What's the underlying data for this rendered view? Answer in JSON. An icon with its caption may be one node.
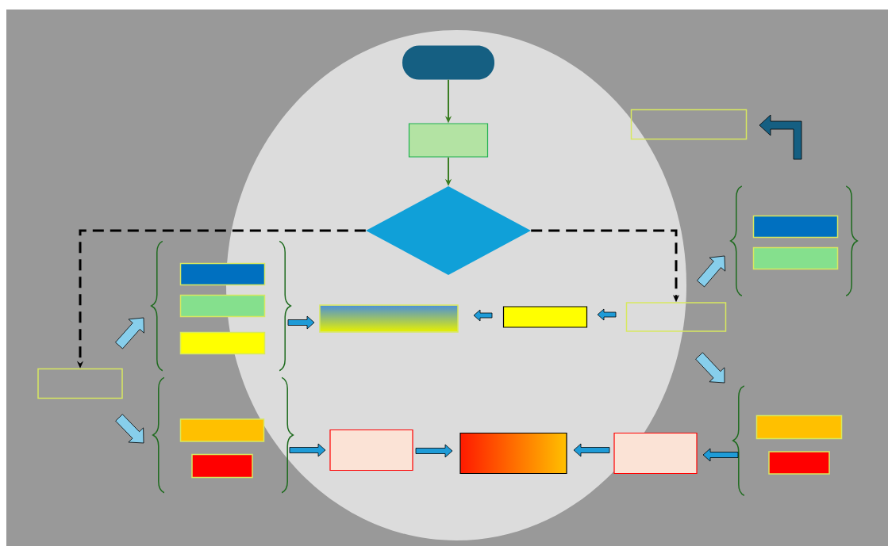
{
  "diagram": {
    "nodes": [
      {
        "text": [],
        "shape": "oval"
      },
      {
        "text": [],
        "shape": "box"
      },
      {
        "text": [],
        "shape": "box"
      },
      {
        "text": [],
        "shape": "diamond"
      },
      {
        "text": [],
        "shape": "brace"
      },
      {
        "text": [],
        "shape": "box",
        "in": 4
      },
      {
        "text": [],
        "shape": "box",
        "in": 4
      },
      {
        "text": [],
        "shape": "brace"
      },
      {
        "text": [],
        "shape": "box",
        "in": 7
      },
      {
        "text": [],
        "shape": "box",
        "in": 7
      },
      {
        "text": [],
        "shape": "box",
        "in": 7
      },
      {
        "text": [],
        "shape": "box"
      },
      {
        "text": [],
        "shape": "box"
      },
      {
        "text": [],
        "shape": "box"
      },
      {
        "text": [],
        "shape": "box"
      },
      {
        "text": [],
        "shape": "brace"
      },
      {
        "text": [],
        "shape": "box",
        "in": 15
      },
      {
        "text": [],
        "shape": "box",
        "in": 15
      },
      {
        "text": [],
        "shape": "brace"
      },
      {
        "text": [],
        "shape": "box"
      },
      {
        "text": [],
        "shape": "box"
      },
      {
        "text": [],
        "shape": "box"
      },
      {
        "text": [],
        "shape": "box"
      },
      {
        "text": [],
        "shape": "box"
      }
    ],
    "edges": [
      {
        "from": 0,
        "to": 2,
        "arrow": "to",
        "color": "#3a7d22"
      },
      {
        "from": 2,
        "to": 3,
        "arrow": "to",
        "color": "#3a7d22"
      },
      {
        "from": 3,
        "to": 14,
        "arrow": "to",
        "style": "dashed",
        "color": "#000000"
      },
      {
        "from": 3,
        "to": 13,
        "arrow": "to",
        "style": "dashed",
        "color": "#000000"
      },
      {
        "from": 14,
        "to": 7,
        "arrow": "to",
        "style": "thick",
        "color": "#87ceeb"
      },
      {
        "from": 14,
        "to": 15,
        "arrow": "to",
        "style": "thick",
        "color": "#87ceeb"
      },
      {
        "from": 7,
        "to": 11,
        "arrow": "to",
        "style": "thick"
      },
      {
        "from": 15,
        "to": 21,
        "arrow": "to",
        "style": "thick"
      },
      {
        "from": 21,
        "to": 22,
        "arrow": "to",
        "style": "thick"
      },
      {
        "from": 23,
        "to": 22,
        "arrow": "to",
        "style": "thick"
      },
      {
        "from": 18,
        "to": 23,
        "arrow": "to",
        "style": "thick"
      },
      {
        "from": 13,
        "to": 12,
        "arrow": "to",
        "style": "thick"
      },
      {
        "from": 12,
        "to": 11,
        "arrow": "to",
        "style": "thick"
      },
      {
        "from": 13,
        "to": 4,
        "arrow": "to",
        "style": "thick",
        "color": "#87ceeb"
      },
      {
        "from": 13,
        "to": 18,
        "arrow": "to",
        "style": "thick",
        "color": "#87ceeb"
      },
      {
        "from": 4,
        "to": 1,
        "arrow": "to",
        "style": "thick",
        "color": "#155f82"
      }
    ]
  }
}
